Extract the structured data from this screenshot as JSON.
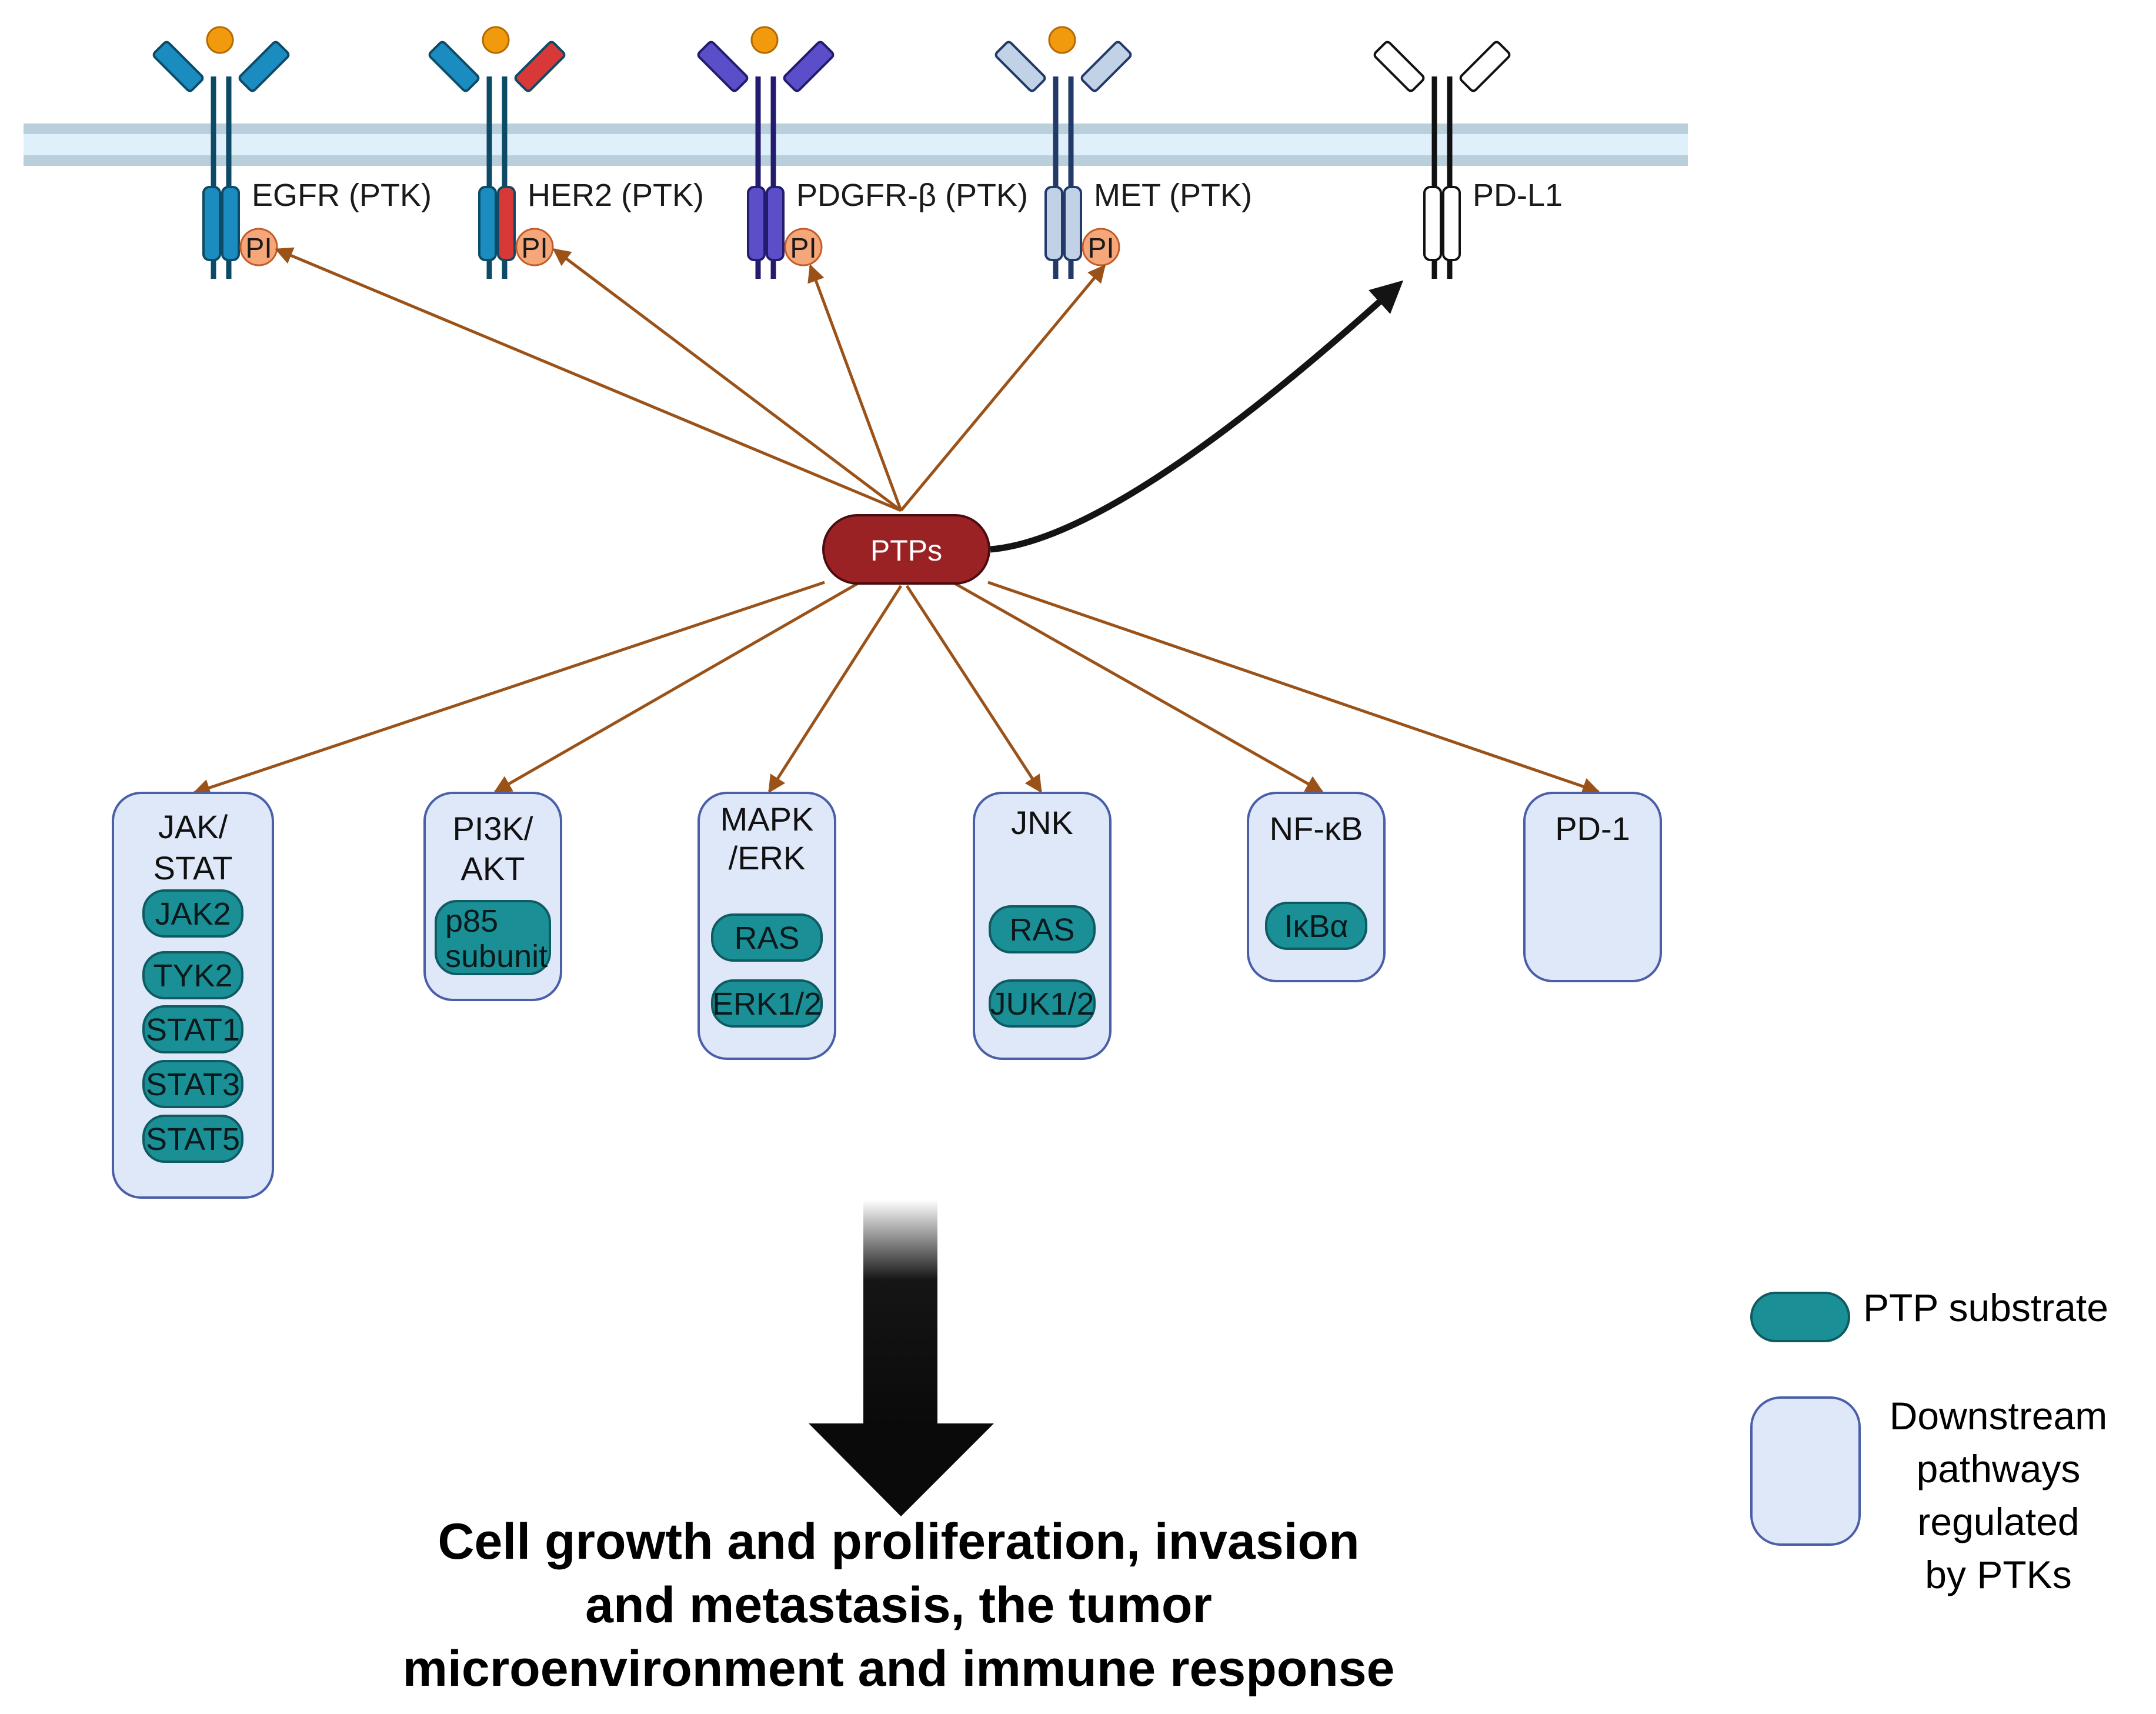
{
  "colors": {
    "membrane_band": "#b9cfdc",
    "membrane_inner": "#dff0fa",
    "egfr": "#1a8cc0",
    "her2_left": "#1a8cc0",
    "her2_right": "#d93838",
    "pdgfr": "#5a4fc8",
    "met": "#c2d2e6",
    "pdl1": "#ffffff",
    "ligand": "#f29a0e",
    "phospho": "#f5a77a",
    "ptp_fill": "#9a2224",
    "arrow_brown": "#9a5218",
    "arrow_black": "#141414",
    "pathway_fill": "#dfe8f9",
    "pathway_stroke": "#4a5fa8",
    "substrate_fill": "#1a8f96",
    "substrate_stroke": "#0f5b62"
  },
  "receptors": [
    {
      "label": "EGFR (PTK)",
      "phospho": "PI"
    },
    {
      "label": "HER2 (PTK)",
      "phospho": "PI"
    },
    {
      "label": "PDGFR-β (PTK)",
      "phospho": "PI"
    },
    {
      "label": "MET (PTK)",
      "phospho": "PI"
    },
    {
      "label": "PD-L1",
      "phospho": ""
    }
  ],
  "hub": {
    "label": "PTPs"
  },
  "pathways": [
    {
      "title": [
        "JAK/",
        "STAT"
      ],
      "substrates": [
        "JAK2",
        "TYK2",
        "STAT1",
        "STAT3",
        "STAT5"
      ]
    },
    {
      "title": [
        "PI3K/",
        "AKT"
      ],
      "substrates": [
        "p85 subunit"
      ]
    },
    {
      "title": [
        "MAPK",
        "/ERK"
      ],
      "substrates": [
        "RAS",
        "ERK1/2"
      ]
    },
    {
      "title": [
        "JNK"
      ],
      "substrates": [
        "RAS",
        "JUK1/2"
      ]
    },
    {
      "title": [
        "NF-κB"
      ],
      "substrates": [
        "IκBα"
      ]
    },
    {
      "title": [
        "PD-1"
      ],
      "substrates": []
    }
  ],
  "outcome": {
    "lines": [
      "Cell growth and proliferation, invasion",
      "and metastasis, the tumor",
      "microenvironment and immune response"
    ]
  },
  "legend": {
    "substrate_label": "PTP substrate",
    "pathway_label": [
      "Downstream",
      "pathways",
      "regulated",
      "by PTKs"
    ]
  }
}
